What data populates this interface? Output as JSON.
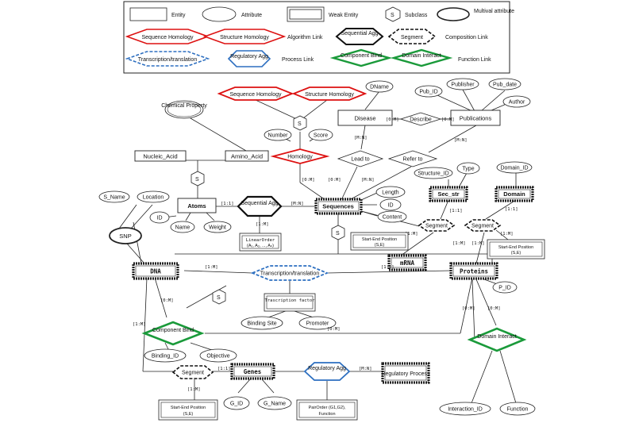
{
  "legend": {
    "entity": "Entity",
    "attribute": "Attribute",
    "weak_entity": "Weak Entity",
    "subclass": "Subclass",
    "multivalued_attribute": "Multival attribute",
    "sequence_homology": "Sequence Homology",
    "structure_homology": "Structure Homology",
    "algorithm_link": "Algorithm Link",
    "sequential_agg": "Sequential Agg",
    "segment": "Segment",
    "composition_link": "Composition Link",
    "transcription_translation": "Transcription/translation",
    "regulatory_agg": "Regulatory Agg",
    "process_link": "Process Link",
    "component_bind": "Component Bind",
    "domain_interact": "Domain Interact",
    "function_link": "Function Link",
    "subclass_symbol": "S"
  },
  "entities": {
    "disease": "Disease",
    "publications": "Publications",
    "nucleic_acid": "Nucleic_Acid",
    "amino_acid": "Amino_Acid",
    "atoms": "Atoms",
    "sequences": "Sequences",
    "sec_str": "Sec_str",
    "domain": "Domain",
    "dna": "DNA",
    "mrna": "mRNA",
    "proteins": "Proteins",
    "genes": "Genes",
    "regulatory_process": "Regulatory Process",
    "transcription_factor": "Trascription factor",
    "linear_order": "LinearOrder",
    "linear_order_detail": "(A₁, A₂, ..., Aₙ)"
  },
  "attributes": {
    "chemical_property": "Chemical Property",
    "dname": "DName",
    "pub_id": "Pub_ID",
    "publisher": "Publisher",
    "pub_date": "Pub_date",
    "author": "Author",
    "number": "Number",
    "score": "Score",
    "structure_id": "Structure_ID",
    "type": "Type",
    "domain_id": "Domain_ID",
    "length": "Length",
    "id_seq": "ID",
    "content": "Content",
    "s_name": "S_Name",
    "location": "Location",
    "snp": "SNP",
    "id_atoms": "ID",
    "name": "Name",
    "weight": "Weight",
    "start_end_1": "Start-End Position",
    "start_end_1b": "(S,E)",
    "start_end_2": "Start-End Position",
    "start_end_2b": "(S,E)",
    "start_end_3": "Start-End Position",
    "start_end_3b": "(S,E)",
    "p_id": "P_ID",
    "binding_site": "Binding Site",
    "promoter": "Promoter",
    "binding_id": "Binding_ID",
    "objective": "Objective",
    "g_id": "G_ID",
    "g_name": "G_Name",
    "pair_order": "PairOrder (G1,G2),",
    "pair_order_b": "Function",
    "interaction_id": "Interaction_ID",
    "function": "Function"
  },
  "relationships": {
    "describe": "Describe",
    "lead_to": "Lead to",
    "refer_to": "Refer to",
    "homology": "Homology",
    "seq_homology": "Sequence Homology",
    "struct_homology": "Structure Homology",
    "sequential_agg": "Sequential Agg",
    "segment_1": "Segment",
    "segment_2": "Segment",
    "segment_3": "Segment",
    "transcription_translation": "Transcription/translation",
    "component_bind": "Component Bind",
    "domain_interact": "Domain Interact",
    "regulatory_agg": "Regulatory Agg",
    "subclass_s": "S"
  },
  "cardinalities": {
    "disease_describe": "[0:M]",
    "describe_pub": "[0:M]",
    "disease_leadto": "[M:N]",
    "pub_referto": "[M:N]",
    "homology_seq": "[0:M]",
    "leadto_seq": "[0:M]",
    "referto_seq": "[M:N]",
    "atoms_agg": "[1:1]",
    "agg_seq": "[M:N]",
    "agg_linear": "[1:M]",
    "sec_seg": "[1:1]",
    "dom_seg": "[1:1]",
    "seq_seg1": "[1:M]",
    "seg1_mrna": "[1:M]",
    "seg2_prot": "[1:M]",
    "dom_startend": "[1:M]",
    "dna_trans": "[1:M]",
    "trans_prot": "[1:1]",
    "dna_bind": "[0:M]",
    "bind_prot": "[0:M]",
    "dna_seg3": "[1:M]",
    "prot_dom_a": "[0:M]",
    "prot_dom_b": "[0:M]",
    "seg3_genes": "[1:1]",
    "seg3_startend": "[1:M]",
    "reg_proc": "[M:N]"
  }
}
